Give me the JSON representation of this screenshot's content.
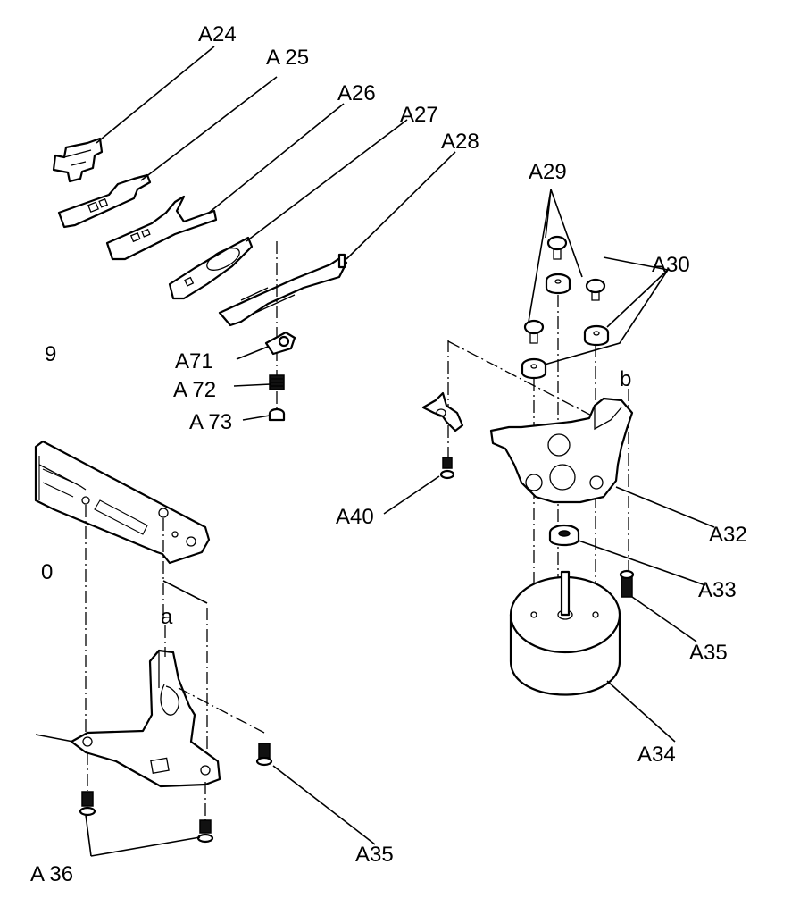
{
  "labels": {
    "a24": "A24",
    "a25": "A 25",
    "a26": "A26",
    "a27": "A27",
    "a28": "A28",
    "a29": "A29",
    "a30": "A30",
    "a71": "A71",
    "a72": "A 72",
    "a73": "A 73",
    "a40": "A40",
    "a32": "A32",
    "a33": "A33",
    "a35_right": "A35",
    "a34": "A34",
    "a35_bottom": "A35",
    "a36": "A 36",
    "ref_9": "9",
    "ref_0": "0",
    "ref_a": "a",
    "ref_b": "b"
  }
}
